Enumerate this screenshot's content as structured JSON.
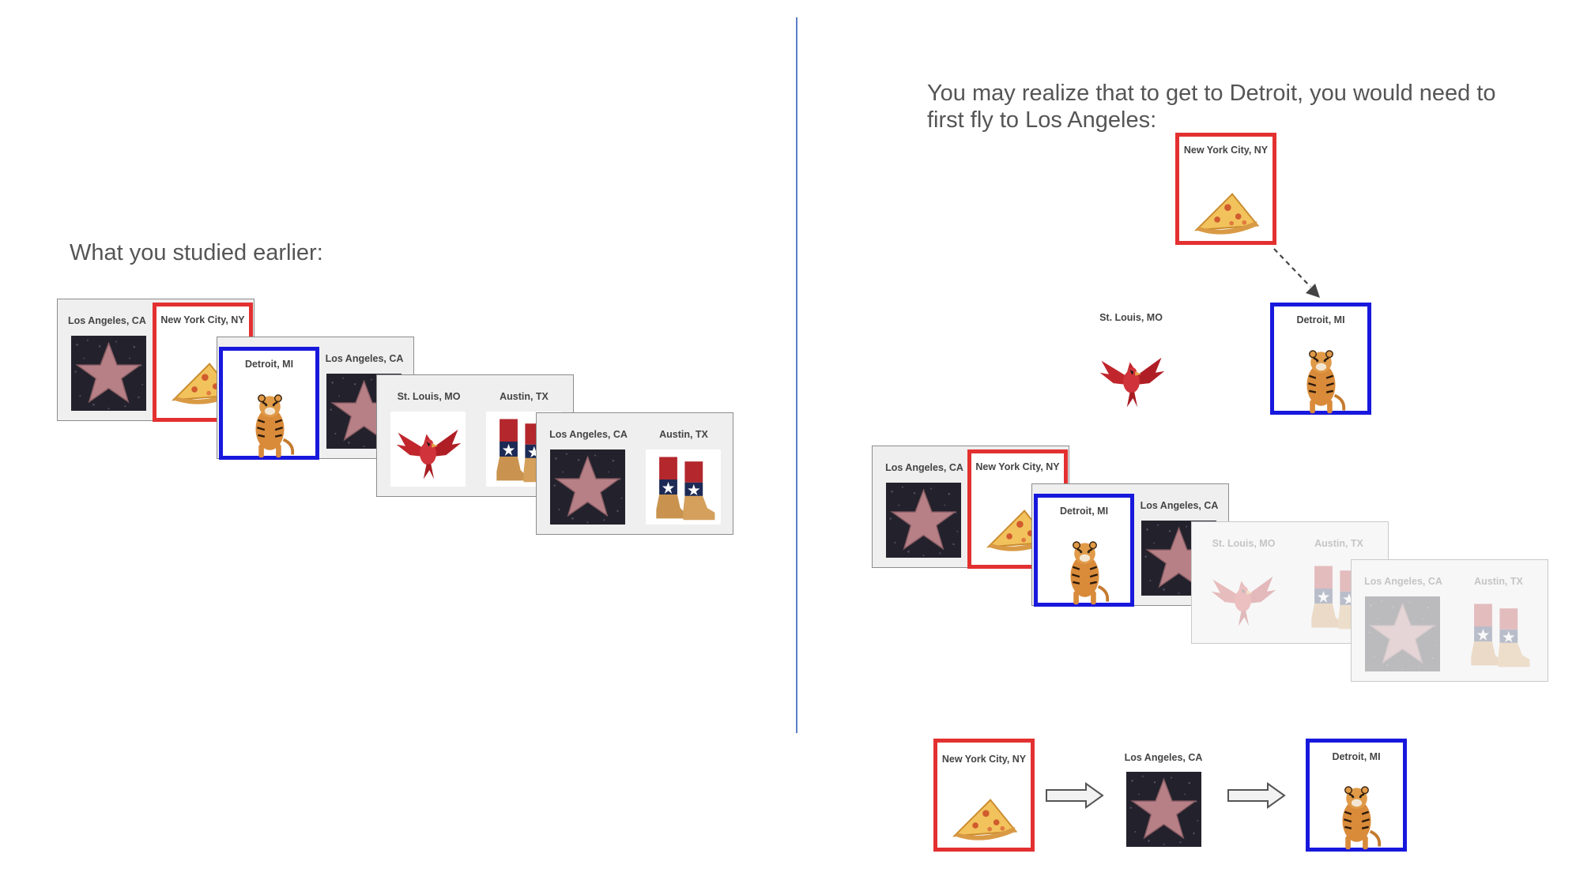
{
  "left": {
    "heading": "What you studied earlier:"
  },
  "right": {
    "heading_line1": "You may realize that to get to Detroit, you would need to",
    "heading_line2": "first fly to Los Angeles:"
  },
  "labels": {
    "la": "Los Angeles, CA",
    "nyc": "New York City, NY",
    "detroit": "Detroit, MI",
    "stl": "St. Louis, MO",
    "austin": "Austin, TX"
  },
  "icons": {
    "la": "walk-of-fame-star-icon",
    "nyc": "pizza-slice-icon",
    "detroit": "tiger-icon",
    "stl": "cardinal-bird-icon",
    "austin": "cowboy-boots-icon"
  },
  "colors": {
    "start_highlight": "#e33030",
    "goal_highlight": "#1818dd",
    "divider": "#5b7fc7"
  }
}
